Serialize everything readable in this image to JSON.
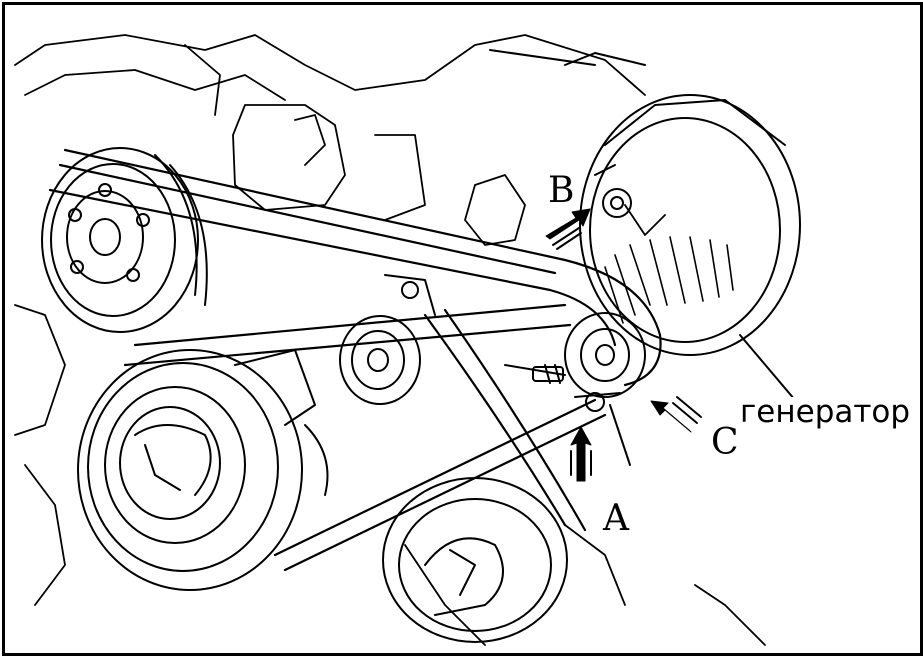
{
  "labels": {
    "point_b": "B",
    "point_c": "C",
    "point_a": "A",
    "generator": "генератор"
  },
  "colors": {
    "ink": "#000000",
    "paper": "#ffffff"
  },
  "icons": [
    "arrow-b-icon",
    "arrow-c-icon",
    "arrow-a-icon"
  ]
}
